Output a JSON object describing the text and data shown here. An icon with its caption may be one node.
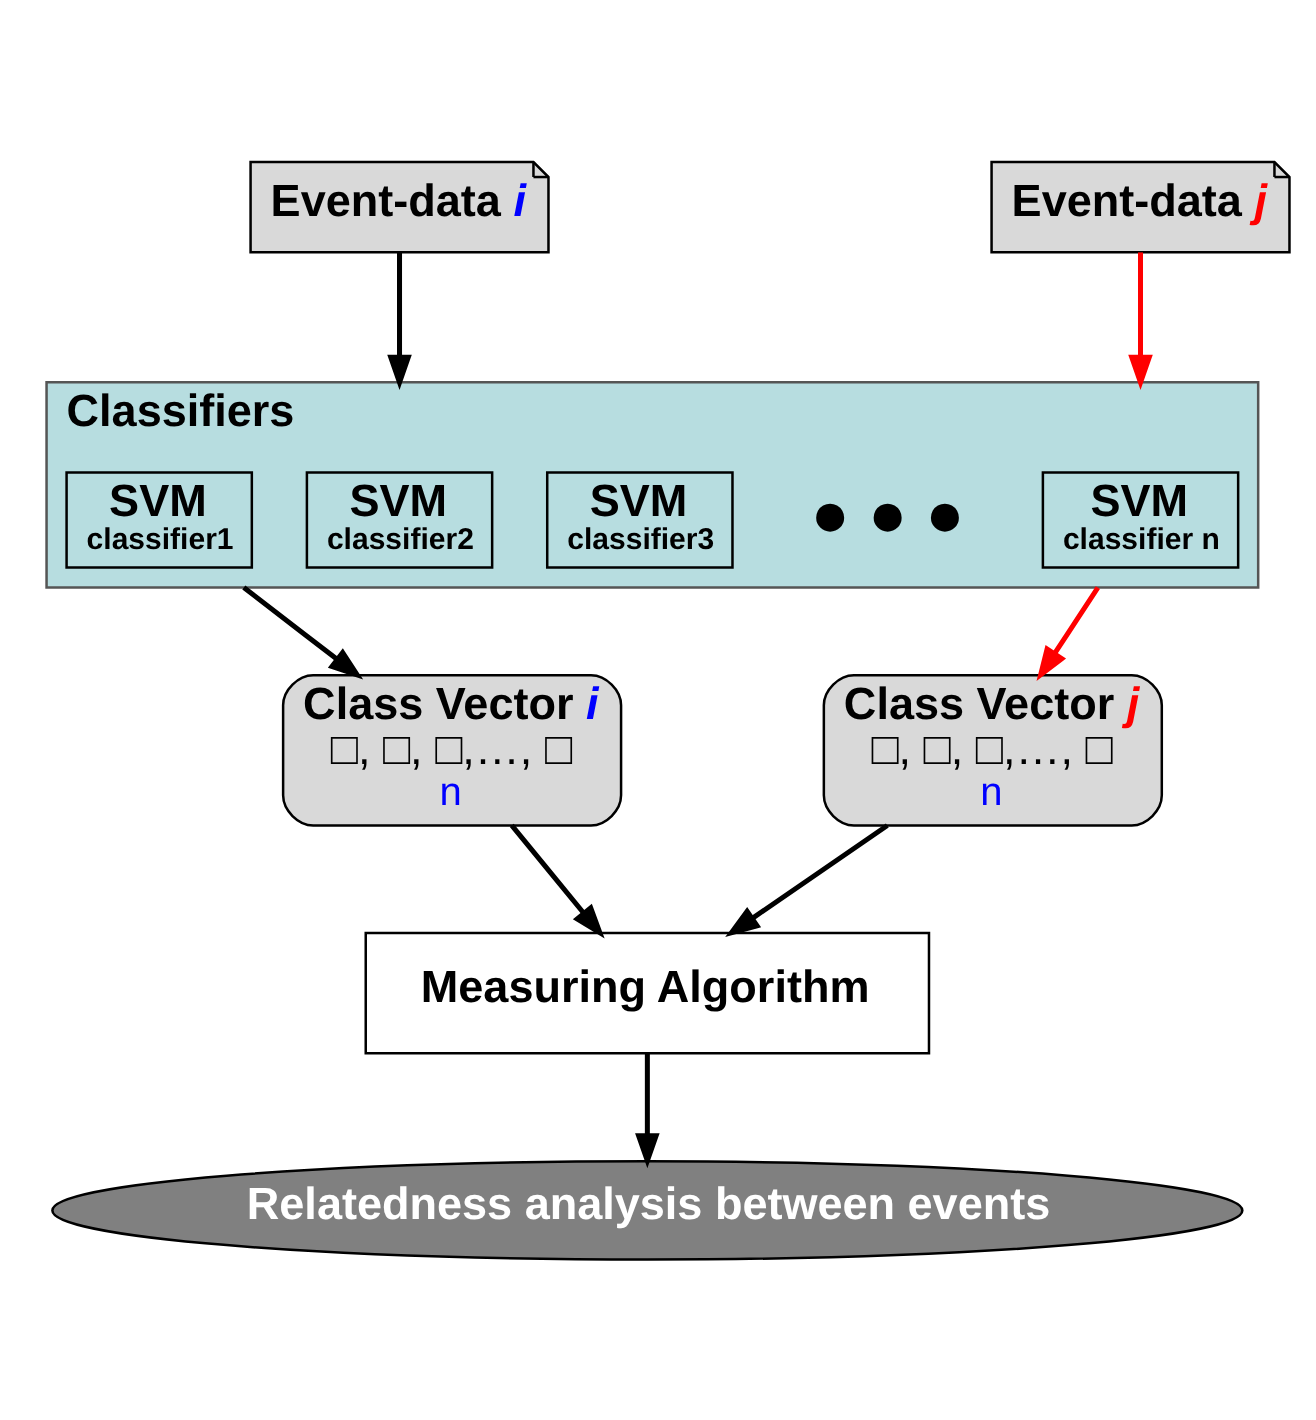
{
  "diagram": {
    "nodes": [
      {
        "text": [
          "Event-data *i*"
        ]
      },
      {
        "text": [
          "Event-data *j*"
        ]
      },
      {
        "text": [
          "Classifiers"
        ]
      },
      {
        "text": [
          "SVM",
          "classifier1"
        ],
        "in": 2
      },
      {
        "text": [
          "SVM",
          "classifier2"
        ],
        "in": 2
      },
      {
        "text": [
          "SVM",
          "classifier3"
        ],
        "in": 2
      },
      {
        "text": [
          "SVM",
          "classifier n"
        ],
        "in": 2
      },
      {
        "text": [
          "Class Vector *i*",
          "□, □, □,…, □",
          "n"
        ]
      },
      {
        "text": [
          "Class Vector *j*",
          "□, □, □,…, □",
          "n"
        ]
      },
      {
        "text": [
          "Measuring Algorithm"
        ]
      },
      {
        "text": [
          "Relatedness analysis between events"
        ]
      }
    ],
    "edges": [
      {
        "from": 0,
        "to": 2,
        "arrow": "to"
      },
      {
        "from": 1,
        "to": 2,
        "arrow": "to",
        "color": "#ff0000"
      },
      {
        "from": 2,
        "to": 7,
        "arrow": "to"
      },
      {
        "from": 2,
        "to": 8,
        "arrow": "to",
        "color": "#ff0000"
      },
      {
        "from": 7,
        "to": 9,
        "arrow": "to"
      },
      {
        "from": 8,
        "to": 9,
        "arrow": "to"
      },
      {
        "from": 9,
        "to": 10,
        "arrow": "to"
      }
    ],
    "labels": [
      "● ● ●"
    ]
  }
}
